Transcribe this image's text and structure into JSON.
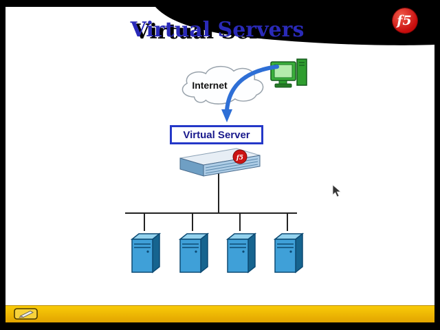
{
  "title": "Virtual Servers",
  "brand": {
    "logo_text": "f5"
  },
  "diagram": {
    "internet_label": "Internet",
    "virtual_server_label": "Virtual Server",
    "server_count": 4
  },
  "colors": {
    "frame": "#000000",
    "slide_bg": "#ffffff",
    "title_blue": "#2a2ab8",
    "brand_red": "#c70b0b",
    "arrow_blue": "#2e6fd6",
    "box_border_blue": "#2438c8",
    "server_front": "#3fa0d8",
    "server_side": "#16648f",
    "server_top": "#93d2ee",
    "bottom_bar_yellow": "#f2ba00"
  }
}
